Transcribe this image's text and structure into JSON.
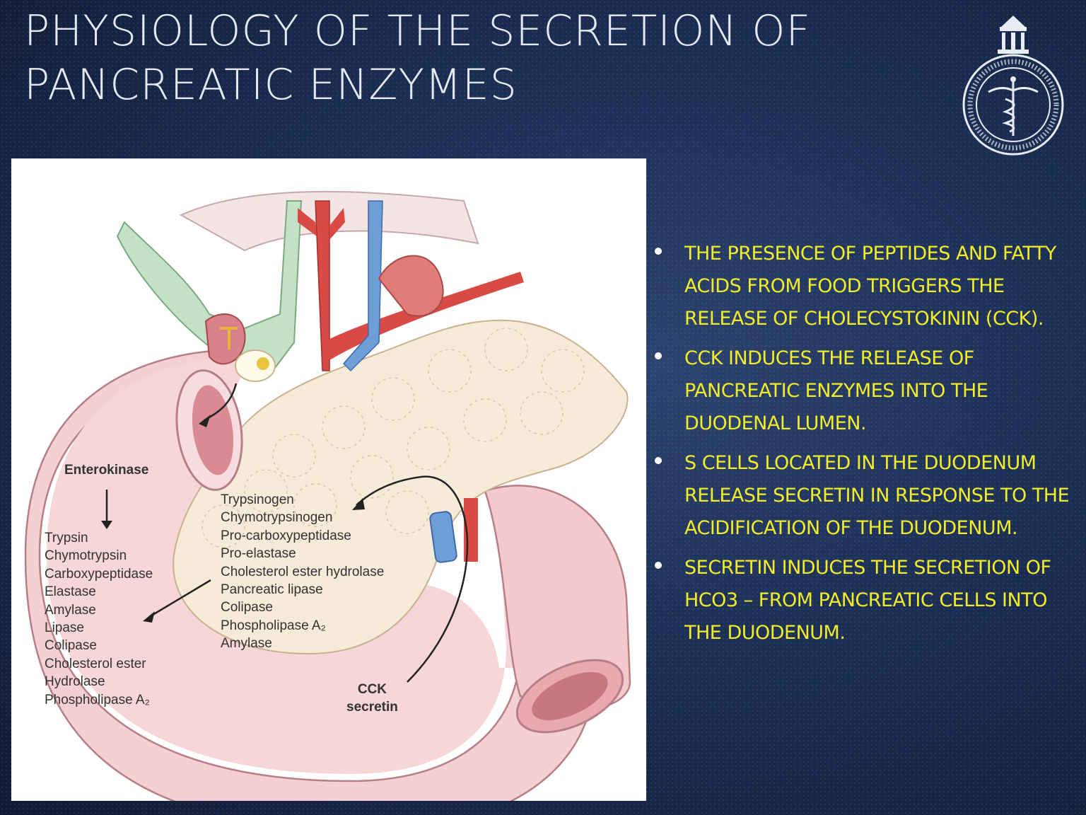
{
  "slide": {
    "title_lines": [
      "Physiology of the secretion of",
      "pancreatic enzymes"
    ]
  },
  "diagram": {
    "enterokinase": "Enterokinase",
    "active_enzymes": [
      "Trypsin",
      "Chymotrypsin",
      "Carboxypeptidase",
      "Elastase",
      "Amylase",
      "Lipase",
      "Colipase",
      "Cholesterol ester",
      "Hydrolase",
      "Phospholipase A₂"
    ],
    "zymogens": [
      "Trypsinogen",
      "Chymotrypsinogen",
      "Pro-carboxypeptidase",
      "Pro-elastase",
      "Cholesterol ester hydrolase",
      "Pancreatic lipase",
      "Colipase",
      "Phospholipase A₂",
      "Amylase"
    ],
    "hormones": [
      "CCK",
      "secretin"
    ]
  },
  "bullets": [
    "The presence of peptides and fatty acids from food triggers the release of cholecystokinin (CCK).",
    "CCK induces the release of pancreatic enzymes into the duodenal lumen.",
    "S cells located in the duodenum release secretin in response to the acidification of the duodenum.",
    "Secretin induces the secretion of HCO3 – from pancreatic cells into the duodenum."
  ],
  "colors": {
    "bullet_text": "#f2ec2a",
    "title_text": "#e4e9f2",
    "background": "#1c2f55"
  }
}
